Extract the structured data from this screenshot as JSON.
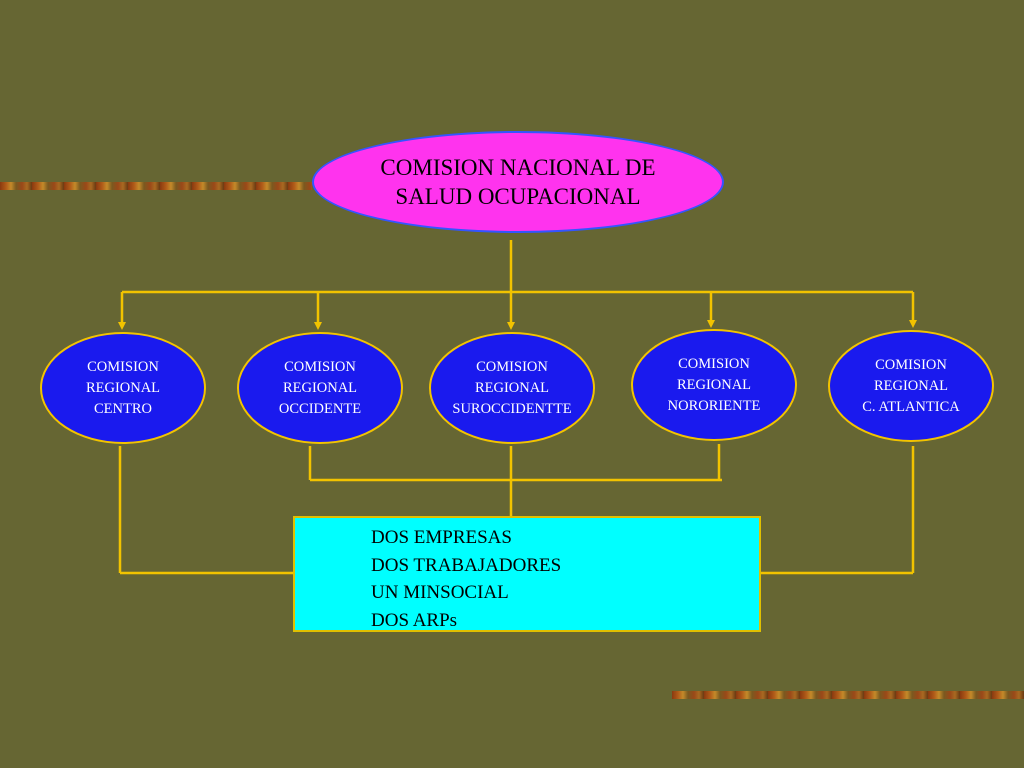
{
  "national": {
    "name": "COMISION NACIONAL DE\nSALUD OCUPACIONAL"
  },
  "regionals": [
    {
      "name": "COMISION\nREGIONAL\nCENTRO"
    },
    {
      "name": "COMISION\nREGIONAL\nOCCIDENTE"
    },
    {
      "name": "COMISION\nREGIONAL\nSUROCCIDENTTE"
    },
    {
      "name": "COMISION\nREGIONAL\nNORORIENTE"
    },
    {
      "name": "COMISION\nREGIONAL\nC. ATLANTICA"
    }
  ],
  "composition": {
    "items": [
      "DOS EMPRESAS",
      "DOS TRABAJADORES",
      "UN MINSOCIAL",
      "DOS ARPs"
    ]
  },
  "colors": {
    "background": "#666633",
    "connector": "#f2c300",
    "national_fill": "#ff33ee",
    "regional_fill": "#1a1aee",
    "composition_fill": "#00ffff"
  }
}
